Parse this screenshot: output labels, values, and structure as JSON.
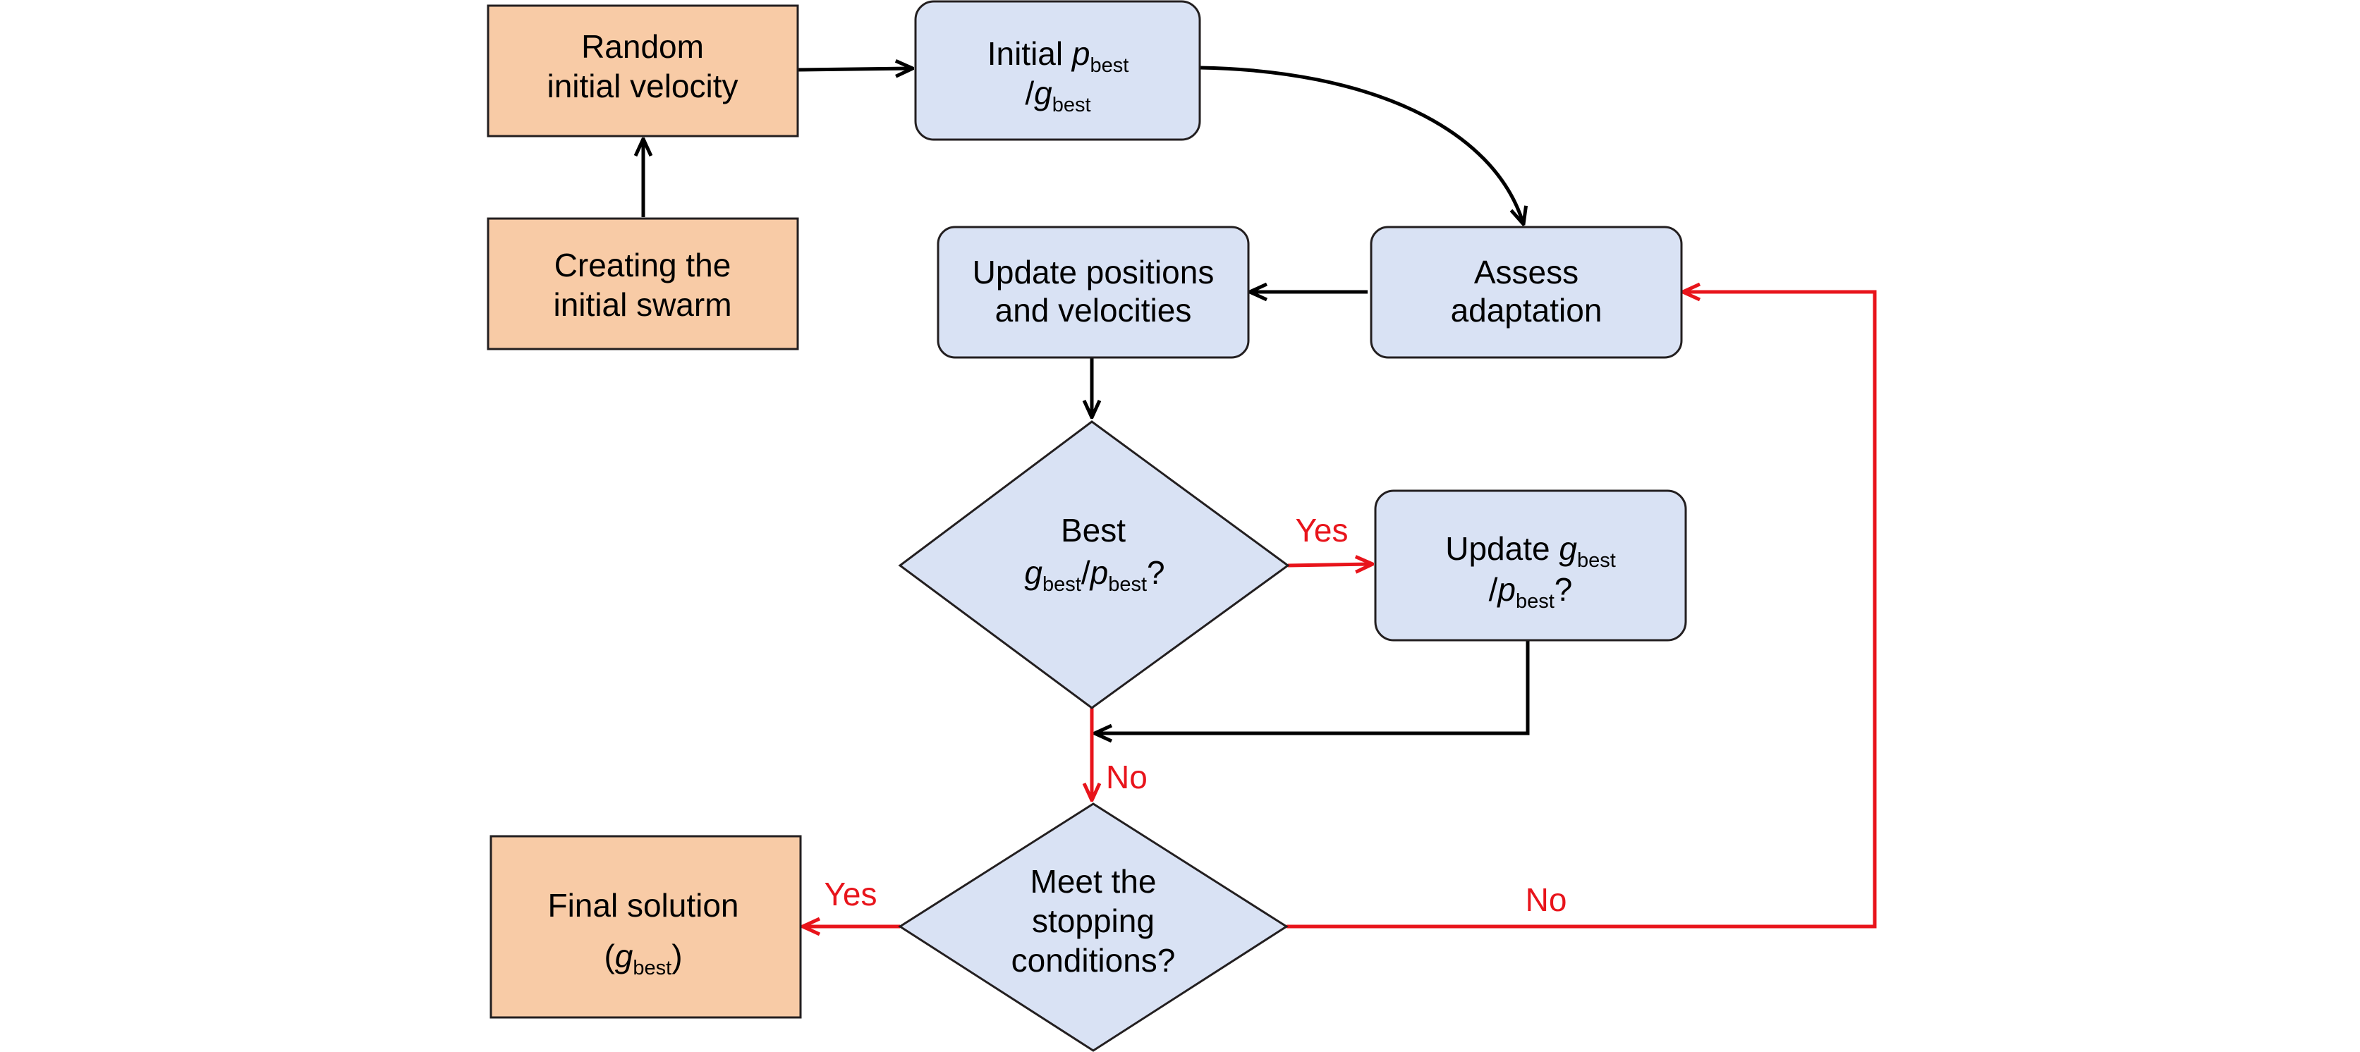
{
  "nodes": {
    "random_velocity": {
      "line1": "Random",
      "line2": "initial velocity"
    },
    "create_swarm": {
      "line1": "Creating the",
      "line2": "initial swarm"
    },
    "initial_best": {
      "word": "Initial",
      "var1": "p",
      "sub1": "best",
      "slash": "/",
      "var2": "g",
      "sub2": "best"
    },
    "update_pos": {
      "line1": "Update positions",
      "line2": "and velocities"
    },
    "assess": {
      "line1": "Assess",
      "line2": "adaptation"
    },
    "best_decision": {
      "line1": "Best",
      "var1": "g",
      "sub1": "best",
      "slash": "/",
      "var2": "p",
      "sub2": "best",
      "q": "?"
    },
    "update_best": {
      "word": "Update",
      "var1": "g",
      "sub1": "best",
      "slash": "/",
      "var2": "p",
      "sub2": "best",
      "q": "?"
    },
    "stop_decision": {
      "line1": "Meet the",
      "line2": "stopping",
      "line3": "conditions?"
    },
    "final": {
      "line1": "Final solution",
      "open": "(",
      "var": "g",
      "sub": "best",
      "close": ")"
    }
  },
  "edge_labels": {
    "best_yes": "Yes",
    "best_no": "No",
    "stop_yes": "Yes",
    "stop_no": "No"
  },
  "colors": {
    "orange_fill": "#f8cba6",
    "blue_fill": "#d9e2f4",
    "stroke": "#231f20",
    "black_arrow": "#000000",
    "red_arrow": "#e8141b"
  }
}
